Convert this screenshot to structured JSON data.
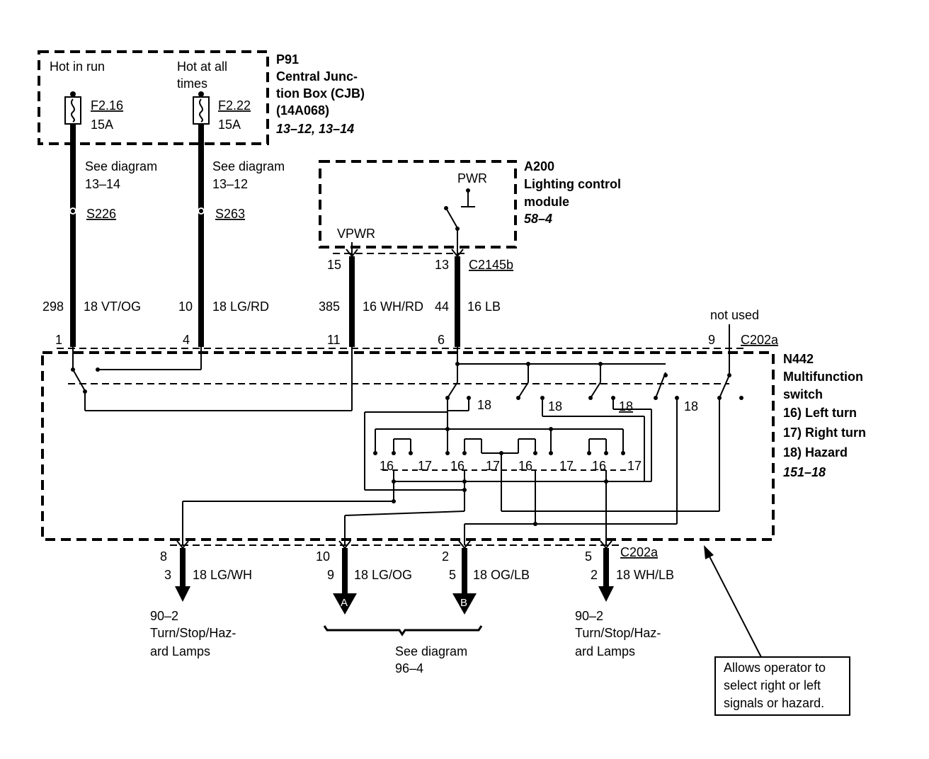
{
  "p91": {
    "hot_run": "Hot in run",
    "hot_all_1": "Hot at all",
    "hot_all_2": "times",
    "id": "P91",
    "name_1": "Central Junc-",
    "name_2": "tion Box (CJB)",
    "part": "(14A068)",
    "ref": "13–12, 13–14",
    "fuse1_id": "F2.16",
    "fuse1_amp": "15A",
    "fuse2_id": "F2.22",
    "fuse2_amp": "15A"
  },
  "left_wires": {
    "see1_a": "See diagram",
    "see1_b": "13–14",
    "see2_a": "See diagram",
    "see2_b": "13–12",
    "splice1": "S226",
    "splice2": "S263",
    "w1_circuit": "298",
    "w1_spec": "18 VT/OG",
    "w2_circuit": "10",
    "w2_spec": "18 LG/RD"
  },
  "a200": {
    "id": "A200",
    "name_1": "Lighting control",
    "name_2": "module",
    "ref": "58–4",
    "pwr": "PWR",
    "vpwr": "VPWR",
    "pin_15": "15",
    "pin_13": "13",
    "connector": "C2145b",
    "w3_circuit": "385",
    "w3_spec": "16 WH/RD",
    "w4_circuit": "44",
    "w4_spec": "16 LB"
  },
  "n442": {
    "id": "N442",
    "name_1": "Multifunction",
    "name_2": "switch",
    "pos_16": "16) Left turn",
    "pos_17": "17) Right turn",
    "pos_18": "18) Hazard",
    "ref": "151–18",
    "not_used": "not used",
    "connector_top": "C202a",
    "pin_1": "1",
    "pin_4": "4",
    "pin_11": "11",
    "pin_6": "6",
    "pin_9": "9",
    "pos_labels": [
      "18",
      "18",
      "18",
      "18",
      "16",
      "17",
      "16",
      "17",
      "16",
      "17",
      "16",
      "17"
    ]
  },
  "bottom": {
    "connector_bottom": "C202a",
    "outputs": [
      {
        "pin": "8",
        "cpin": "3",
        "spec": "18 LG/WH"
      },
      {
        "pin": "10",
        "cpin": "9",
        "spec": "18 LG/OG"
      },
      {
        "pin": "2",
        "cpin": "5",
        "spec": "18 OG/LB"
      },
      {
        "pin": "5",
        "cpin": "2",
        "spec": "18 WH/LB"
      }
    ],
    "lamp_left_1": "90–2",
    "lamp_left_2": "Turn/Stop/Haz-",
    "lamp_left_3": "ard Lamps",
    "lamp_right_1": "90–2",
    "lamp_right_2": "Turn/Stop/Haz-",
    "lamp_right_3": "ard Lamps",
    "arrow_a": "A",
    "arrow_b": "B",
    "see_a": "See diagram",
    "see_b": "96–4"
  },
  "note": {
    "line1": "Allows operator to",
    "line2": "select right or left",
    "line3": "signals or hazard."
  }
}
